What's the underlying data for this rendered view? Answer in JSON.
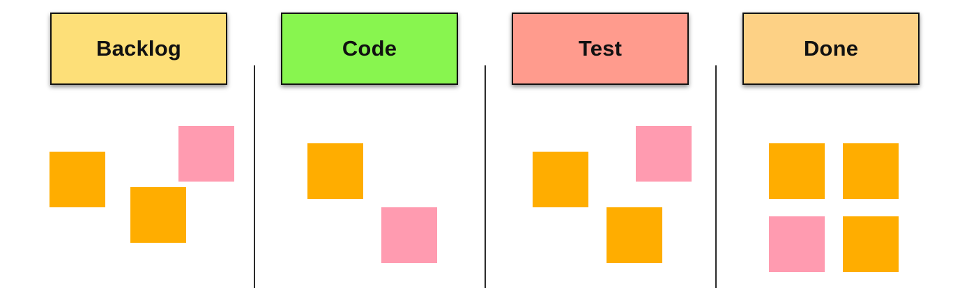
{
  "columns": [
    {
      "key": "backlog",
      "title": "Backlog",
      "header_color": "#fddf78",
      "notes": [
        "orange",
        "pink",
        "orange"
      ]
    },
    {
      "key": "code",
      "title": "Code",
      "header_color": "#88f54f",
      "notes": [
        "orange",
        "pink"
      ]
    },
    {
      "key": "test",
      "title": "Test",
      "header_color": "#ff9b8d",
      "notes": [
        "orange",
        "pink",
        "orange"
      ]
    },
    {
      "key": "done",
      "title": "Done",
      "header_color": "#fdd185",
      "notes": [
        "orange",
        "orange",
        "pink",
        "orange"
      ]
    }
  ],
  "note_colors": {
    "orange": "#ffad00",
    "pink": "#ff9bb0"
  }
}
